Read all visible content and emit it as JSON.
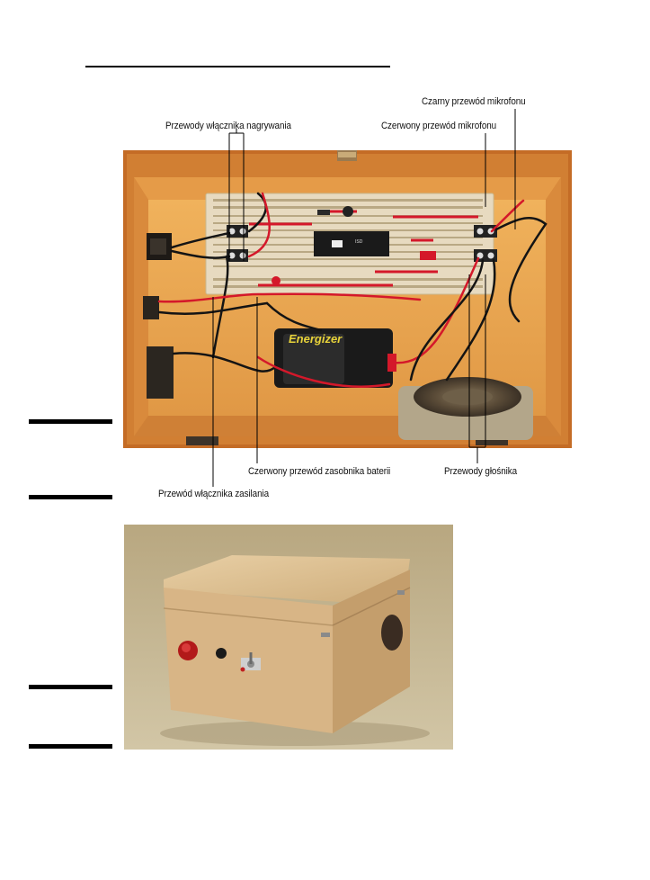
{
  "figure_top": {
    "callouts": {
      "record_switch_wires": "Przewody włącznika nagrywania",
      "mic_red_wire": "Czerwony przewód mikrofonu",
      "mic_black_wire": "Czarny przewód mikrofonu",
      "battery_red_wire": "Czerwony przewód zasobnika baterii",
      "speaker_wires": "Przewody głośnika",
      "power_switch_wire": "Przewód włącznika zasilania"
    },
    "battery_label": "Energizer",
    "chip_label": "ISD"
  },
  "colors": {
    "wood_inside": "#e8a24e",
    "wood_frame": "#c8732a",
    "breadboard": "#e4d6b8",
    "wire_red": "#d4182a",
    "wire_black": "#141414",
    "bg_beige": "#c2b48f",
    "box_wood": "#d9b98a"
  }
}
